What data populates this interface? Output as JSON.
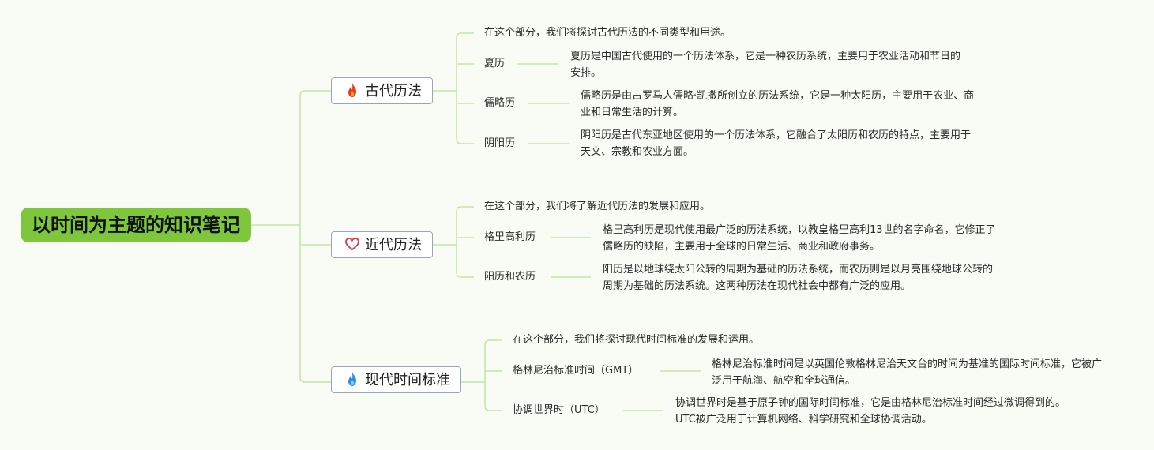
{
  "root": {
    "title": "以时间为主题的知识笔记"
  },
  "branches": [
    {
      "title": "古代历法",
      "icon": "fire-icon",
      "intro": "在这个部分，我们将探讨古代历法的不同类型和用途。",
      "items": [
        {
          "label": "夏历",
          "desc": "夏历是中国古代使用的一个历法体系，它是一种农历系统，主要用于农业活动和节日的安排。"
        },
        {
          "label": "儒略历",
          "desc": "儒略历是由古罗马人儒略·凯撒所创立的历法系统，它是一种太阳历，主要用于农业、商业和日常生活的计算。"
        },
        {
          "label": "阴阳历",
          "desc": "阴阳历是古代东亚地区使用的一个历法体系，它融合了太阳历和农历的特点，主要用于天文、宗教和农业方面。"
        }
      ]
    },
    {
      "title": "近代历法",
      "icon": "heart-icon",
      "intro": "在这个部分，我们将了解近代历法的发展和应用。",
      "items": [
        {
          "label": "格里高利历",
          "desc": "格里高利历是现代使用最广泛的历法系统，以教皇格里高利13世的名字命名，它修正了儒略历的缺陷，主要用于全球的日常生活、商业和政府事务。"
        },
        {
          "label": "阳历和农历",
          "desc": "阳历是以地球绕太阳公转的周期为基础的历法系统，而农历则是以月亮围绕地球公转的周期为基础的历法系统。这两种历法在现代社会中都有广泛的应用。"
        }
      ]
    },
    {
      "title": "现代时间标准",
      "icon": "water-drop-icon",
      "intro": "在这个部分，我们将探讨现代时间标准的发展和运用。",
      "items": [
        {
          "label": "格林尼治标准时间（GMT）",
          "desc": "格林尼治标准时间是以英国伦敦格林尼治天文台的时间为基准的国际时间标准，它被广泛用于航海、航空和全球通信。"
        },
        {
          "label": "协调世界时（UTC）",
          "desc": "协调世界时是基于原子钟的国际时间标准，它是由格林尼治标准时间经过微调得到的。UTC被广泛用于计算机网络、科学研究和全球协调活动。"
        }
      ]
    }
  ],
  "colors": {
    "background": "#f8fcf4",
    "root_fill": "#7ec73c",
    "connector": "#b9e29c",
    "branch_border": "#9aa7b1",
    "fire_icon": "#e63b1c",
    "heart_icon": "#d9383f",
    "drop_icon": "#2e8fe0"
  }
}
